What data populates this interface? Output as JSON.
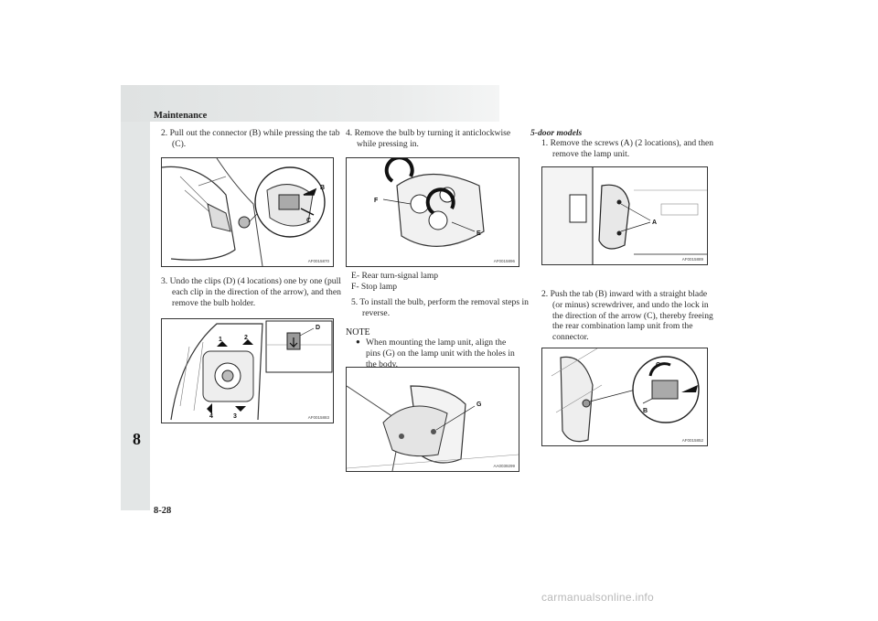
{
  "header": {
    "title": "Maintenance"
  },
  "side_tab": {
    "chapter": "8"
  },
  "footer": {
    "page_number": "8-28",
    "watermark": "carmanualsonline.info"
  },
  "col1": {
    "step2": "2. Pull out the connector (B) while pressing the tab (C).",
    "fig1": {
      "code": "AF0015870",
      "labels": [
        "B",
        "C"
      ]
    },
    "step3": "3. Undo the clips (D) (4 locations) one by one (pull each clip in the direction of the arrow), and then remove the bulb holder.",
    "fig2": {
      "code": "AF0015883",
      "labels": [
        "D",
        "1",
        "2",
        "3",
        "4"
      ]
    }
  },
  "col2": {
    "step4": "4. Remove the bulb by turning it anticlockwise while pressing in.",
    "fig3": {
      "code": "AF0015896",
      "labels": [
        "F",
        "E"
      ]
    },
    "legend_e": "E- Rear turn-signal lamp",
    "legend_f": "F- Stop lamp",
    "step5": "5. To install the bulb, perform the removal steps in reverse.",
    "note_heading": "NOTE",
    "note_bullet": "●",
    "note_text": "When mounting the lamp unit, align the pins (G) on the lamp unit with the holes in the body.",
    "fig4": {
      "code": "AA0039299",
      "labels": [
        "G"
      ]
    }
  },
  "col3": {
    "section_heading": "5-door models",
    "step1": "1. Remove the screws (A) (2 locations), and then remove the lamp unit.",
    "fig5": {
      "code": "AF0015889",
      "labels": [
        "A"
      ]
    },
    "step2": "2. Push the tab (B) inward with a straight blade (or minus) screwdriver, and undo the lock in the direction of the arrow (C), thereby freeing the rear combination lamp unit from the connector.",
    "fig6": {
      "code": "AF0015852",
      "labels": [
        "C",
        "B"
      ]
    }
  }
}
